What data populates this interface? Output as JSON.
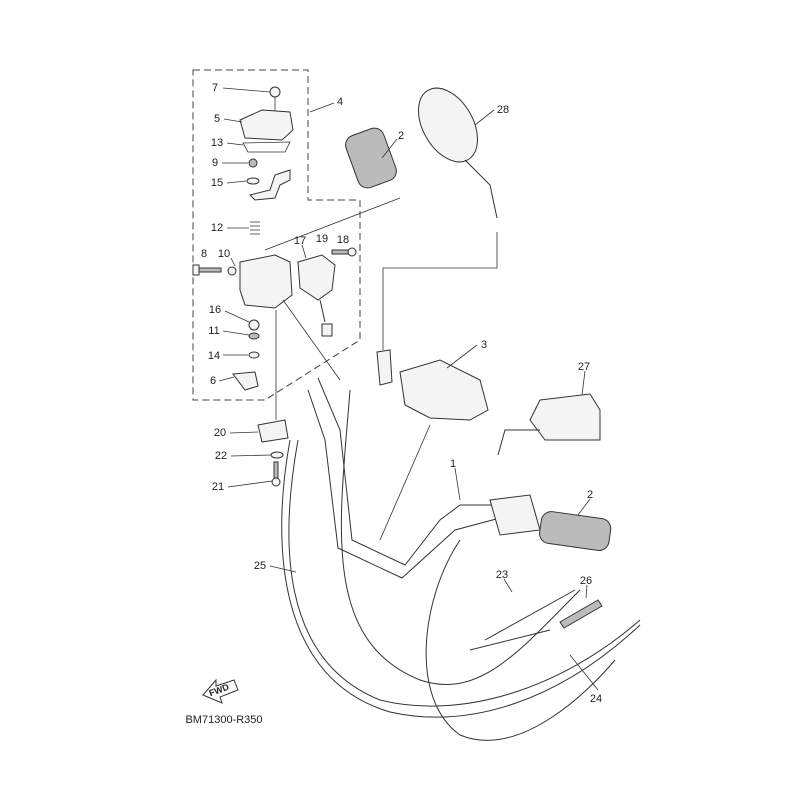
{
  "diagram": {
    "title_code": "BM71300-R350",
    "fwd_arrow_text": "FWD",
    "callouts": [
      {
        "part": "7"
      },
      {
        "part": "4"
      },
      {
        "part": "5"
      },
      {
        "part": "13"
      },
      {
        "part": "9"
      },
      {
        "part": "15"
      },
      {
        "part": "12"
      },
      {
        "part": "8"
      },
      {
        "part": "10"
      },
      {
        "part": "17"
      },
      {
        "part": "19"
      },
      {
        "part": "18"
      },
      {
        "part": "16"
      },
      {
        "part": "11"
      },
      {
        "part": "14"
      },
      {
        "part": "6"
      },
      {
        "part": "20"
      },
      {
        "part": "22"
      },
      {
        "part": "21"
      },
      {
        "part": "25"
      },
      {
        "part": "28"
      },
      {
        "part": "2"
      },
      {
        "part": "3"
      },
      {
        "part": "27"
      },
      {
        "part": "1"
      },
      {
        "part": "2"
      },
      {
        "part": "23"
      },
      {
        "part": "26"
      },
      {
        "part": "24"
      }
    ]
  }
}
